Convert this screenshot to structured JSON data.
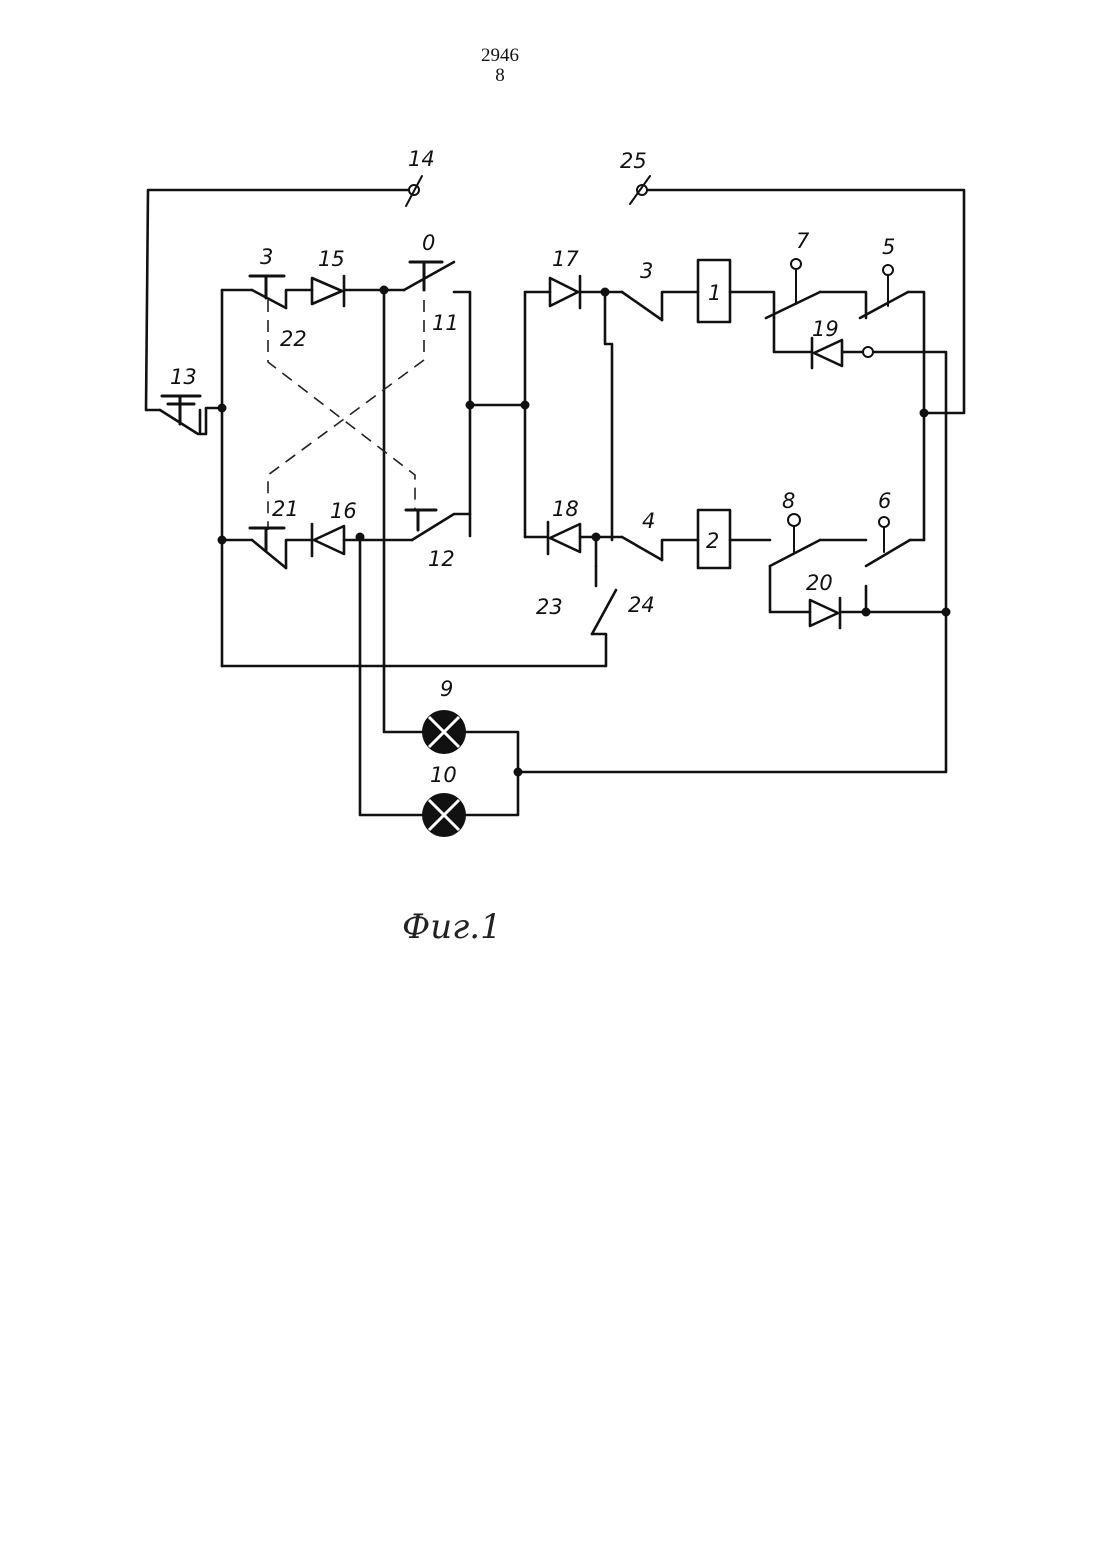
{
  "header": {
    "line1": "2946",
    "line2": "8"
  },
  "figure": {
    "caption": "Фиг.1",
    "labels": {
      "terminal_14": "14",
      "terminal_25": "25",
      "button_13": "13",
      "button_3": "3",
      "diode_15": "15",
      "button_0": "0",
      "contact_11": "11",
      "contact_22": "22",
      "button_21": "21",
      "diode_16": "16",
      "contact_12": "12",
      "diode_17": "17",
      "contact_3": "3",
      "relay_1": "1",
      "terminal_7": "7",
      "terminal_5": "5",
      "diode_19": "19",
      "diode_18": "18",
      "contact_4": "4",
      "relay_2": "2",
      "terminal_8": "8",
      "terminal_6": "6",
      "diode_20": "20",
      "contact_23": "23",
      "contact_24": "24",
      "lamp_9": "9",
      "lamp_10": "10"
    }
  }
}
